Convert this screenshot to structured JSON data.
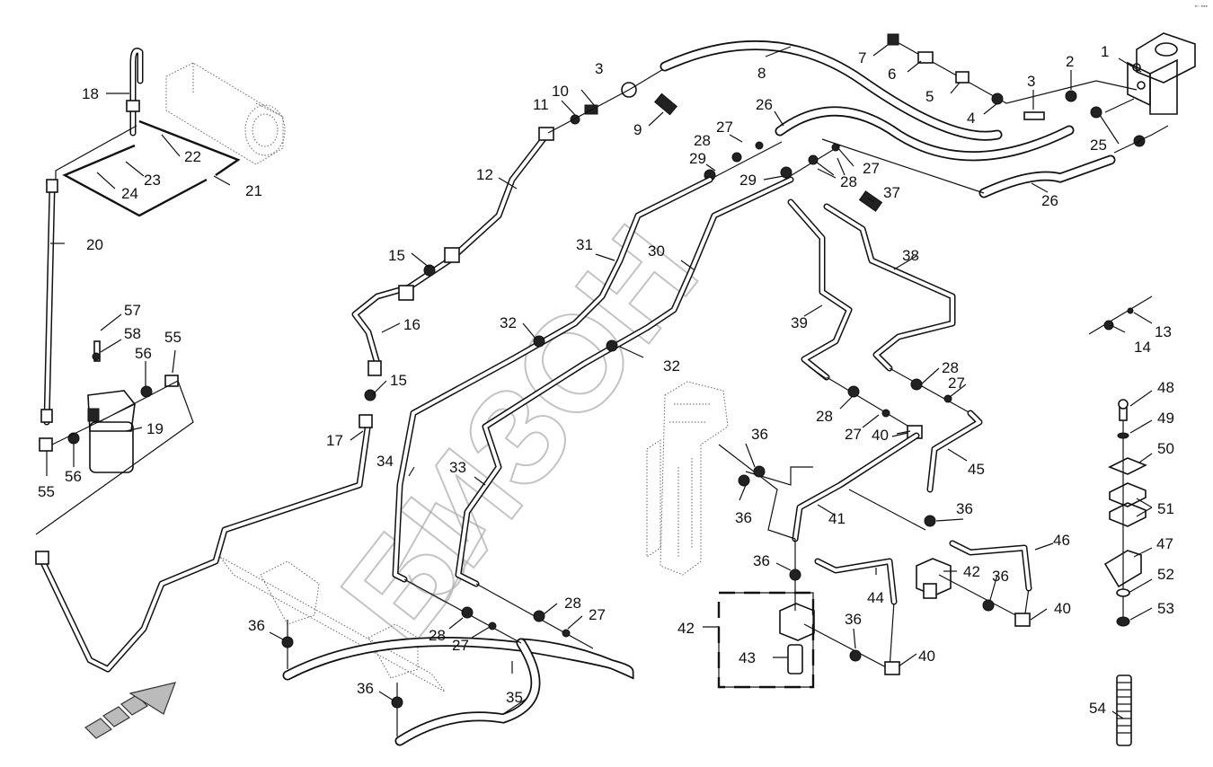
{
  "title": "Hydraulic steering lines – exploded parts diagram",
  "watermark": "БИЗОН",
  "corner_mark": "▪▫ ▪▪▪",
  "callouts": [
    {
      "id": "c1",
      "text": "1"
    },
    {
      "id": "c2",
      "text": "2"
    },
    {
      "id": "c3a",
      "text": "3"
    },
    {
      "id": "c3b",
      "text": "3"
    },
    {
      "id": "c4",
      "text": "4"
    },
    {
      "id": "c5",
      "text": "5"
    },
    {
      "id": "c6",
      "text": "6"
    },
    {
      "id": "c7",
      "text": "7"
    },
    {
      "id": "c8",
      "text": "8"
    },
    {
      "id": "c9",
      "text": "9"
    },
    {
      "id": "c10",
      "text": "10"
    },
    {
      "id": "c11",
      "text": "11"
    },
    {
      "id": "c12",
      "text": "12"
    },
    {
      "id": "c13",
      "text": "13"
    },
    {
      "id": "c14",
      "text": "14"
    },
    {
      "id": "c15a",
      "text": "15"
    },
    {
      "id": "c15b",
      "text": "15"
    },
    {
      "id": "c16",
      "text": "16"
    },
    {
      "id": "c17",
      "text": "17"
    },
    {
      "id": "c18",
      "text": "18"
    },
    {
      "id": "c19",
      "text": "19"
    },
    {
      "id": "c20",
      "text": "20"
    },
    {
      "id": "c21",
      "text": "21"
    },
    {
      "id": "c22",
      "text": "22"
    },
    {
      "id": "c23",
      "text": "23"
    },
    {
      "id": "c24",
      "text": "24"
    },
    {
      "id": "c25",
      "text": "25"
    },
    {
      "id": "c26a",
      "text": "26"
    },
    {
      "id": "c26b",
      "text": "26"
    },
    {
      "id": "c27a",
      "text": "27"
    },
    {
      "id": "c27b",
      "text": "27"
    },
    {
      "id": "c27c",
      "text": "27"
    },
    {
      "id": "c27d",
      "text": "27"
    },
    {
      "id": "c27e",
      "text": "27"
    },
    {
      "id": "c27f",
      "text": "27"
    },
    {
      "id": "c28a",
      "text": "28"
    },
    {
      "id": "c28b",
      "text": "28"
    },
    {
      "id": "c28c",
      "text": "28"
    },
    {
      "id": "c28d",
      "text": "28"
    },
    {
      "id": "c28e",
      "text": "28"
    },
    {
      "id": "c28f",
      "text": "28"
    },
    {
      "id": "c29a",
      "text": "29"
    },
    {
      "id": "c29b",
      "text": "29"
    },
    {
      "id": "c30",
      "text": "30"
    },
    {
      "id": "c31",
      "text": "31"
    },
    {
      "id": "c32a",
      "text": "32"
    },
    {
      "id": "c32b",
      "text": "32"
    },
    {
      "id": "c33",
      "text": "33"
    },
    {
      "id": "c34",
      "text": "34"
    },
    {
      "id": "c35",
      "text": "35"
    },
    {
      "id": "c36a",
      "text": "36"
    },
    {
      "id": "c36b",
      "text": "36"
    },
    {
      "id": "c36c",
      "text": "36"
    },
    {
      "id": "c36d",
      "text": "36"
    },
    {
      "id": "c36e",
      "text": "36"
    },
    {
      "id": "c36f",
      "text": "36"
    },
    {
      "id": "c36g",
      "text": "36"
    },
    {
      "id": "c36h",
      "text": "36"
    },
    {
      "id": "c37",
      "text": "37"
    },
    {
      "id": "c38",
      "text": "38"
    },
    {
      "id": "c39",
      "text": "39"
    },
    {
      "id": "c40a",
      "text": "40"
    },
    {
      "id": "c40b",
      "text": "40"
    },
    {
      "id": "c40c",
      "text": "40"
    },
    {
      "id": "c41",
      "text": "41"
    },
    {
      "id": "c42a",
      "text": "42"
    },
    {
      "id": "c42b",
      "text": "42"
    },
    {
      "id": "c43",
      "text": "43"
    },
    {
      "id": "c44",
      "text": "44"
    },
    {
      "id": "c45",
      "text": "45"
    },
    {
      "id": "c46",
      "text": "46"
    },
    {
      "id": "c47",
      "text": "47"
    },
    {
      "id": "c48",
      "text": "48"
    },
    {
      "id": "c49",
      "text": "49"
    },
    {
      "id": "c50",
      "text": "50"
    },
    {
      "id": "c51",
      "text": "51"
    },
    {
      "id": "c52",
      "text": "52"
    },
    {
      "id": "c53",
      "text": "53"
    },
    {
      "id": "c54",
      "text": "54"
    },
    {
      "id": "c55a",
      "text": "55"
    },
    {
      "id": "c55b",
      "text": "55"
    },
    {
      "id": "c56a",
      "text": "56"
    },
    {
      "id": "c56b",
      "text": "56"
    },
    {
      "id": "c57",
      "text": "57"
    },
    {
      "id": "c58",
      "text": "58"
    }
  ]
}
